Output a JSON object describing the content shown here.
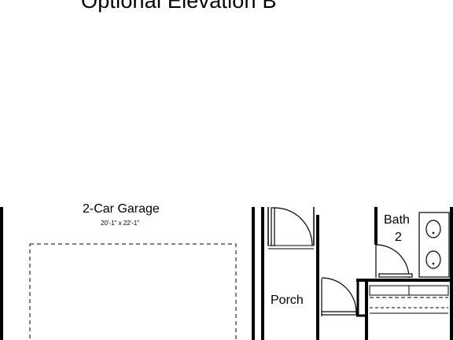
{
  "plan": {
    "title": "Optional Elevation B",
    "rooms": {
      "garage": {
        "name": "2-Car Garage",
        "dimensions": "20'-1\" x 22'-1\""
      },
      "porch": {
        "name": "Porch"
      },
      "bath": {
        "name": "Bath",
        "number": "2"
      }
    }
  }
}
